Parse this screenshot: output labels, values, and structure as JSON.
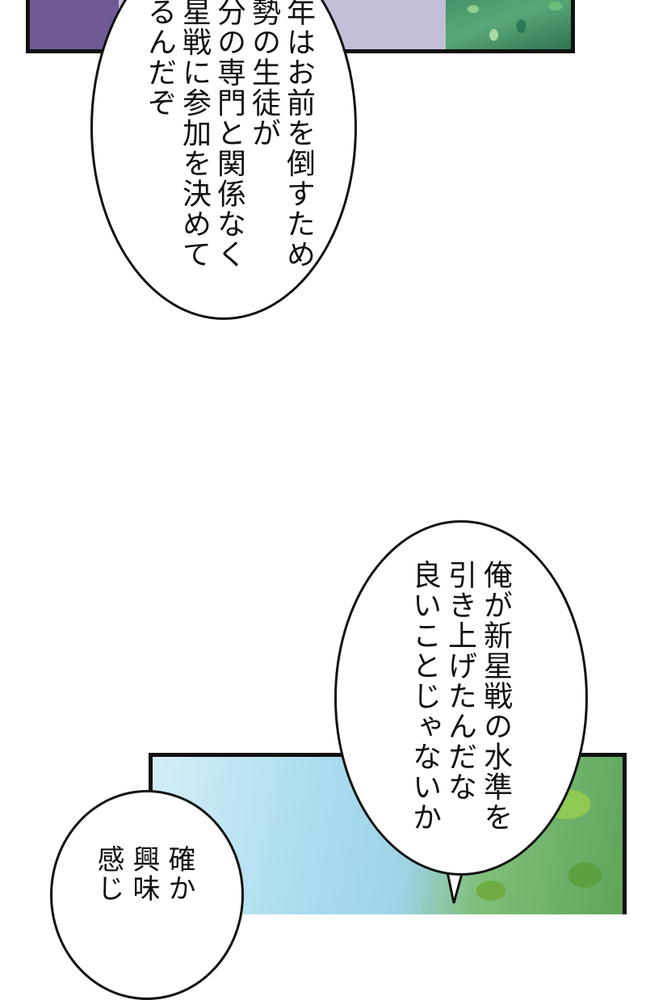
{
  "page": {
    "type": "manga-page",
    "colors": {
      "panel_border": "#111111",
      "top_panel_purple": "#6f5a96",
      "top_panel_lavender": "#c5bed8",
      "top_panel_foliage": "#3f8e67",
      "bottom_panel_sky": "#a9dcee",
      "bottom_panel_leaves": "#8cc35a",
      "bubble_fill": "#ffffff",
      "text": "#111111"
    }
  },
  "panels": {
    "top": {
      "description": "purple / lavender / green foliage background strip"
    },
    "bottom": {
      "description": "sky with green tree leaves"
    }
  },
  "bubbles": [
    {
      "id": "bubble-1",
      "columns": [
        "年はお前を倒すため",
        "勢の生徒が",
        "分の専門と関係なく",
        "星戦に参加を決めて",
        "るんだぞ"
      ]
    },
    {
      "id": "bubble-2",
      "columns": [
        "俺が新星戦の水準を",
        "引き上げたんだな",
        "良いことじゃないか"
      ]
    },
    {
      "id": "bubble-3",
      "columns": [
        "確か",
        "興味",
        "感じ"
      ]
    }
  ]
}
